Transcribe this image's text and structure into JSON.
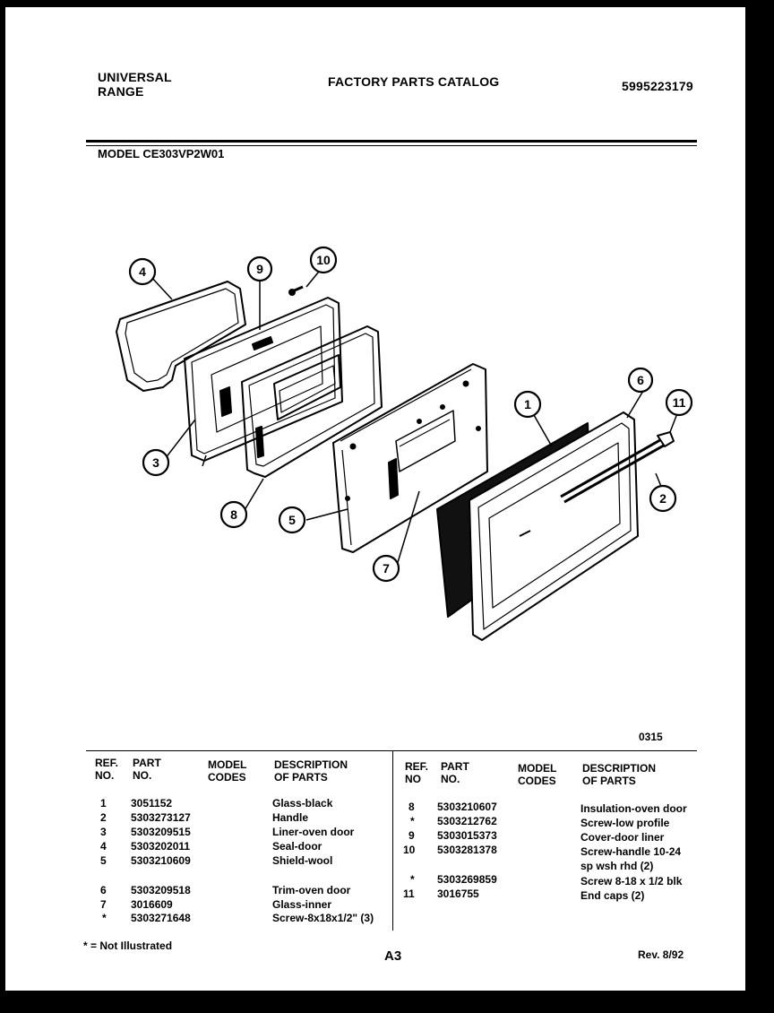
{
  "header": {
    "brand_line1": "UNIVERSAL",
    "brand_line2": "RANGE",
    "title": "FACTORY PARTS CATALOG",
    "catalog_number": "5995223179"
  },
  "model_label": "MODEL CE303VP2W01",
  "diagram_code": "0315",
  "callouts": [
    "1",
    "2",
    "3",
    "4",
    "5",
    "6",
    "7",
    "8",
    "9",
    "10",
    "11"
  ],
  "table": {
    "headers": {
      "ref_line1": "REF.",
      "ref_line2": "NO.",
      "part_line1": "PART",
      "part_line2": "NO.",
      "model_line1": "MODEL",
      "model_line2": "CODES",
      "desc_line1": "DESCRIPTION",
      "desc_line2": "OF PARTS"
    },
    "headers_right": {
      "ref_line1": "REF.",
      "ref_line2": "NO",
      "part_line1": "PART",
      "part_line2": "NO.",
      "model_line1": "MODEL",
      "model_line2": "CODES",
      "desc_line1": "DESCRIPTION",
      "desc_line2": "OF PARTS"
    },
    "left_rows": [
      {
        "ref": "1",
        "part": "3051152",
        "desc": "Glass-black"
      },
      {
        "ref": "2",
        "part": "5303273127",
        "desc": "Handle"
      },
      {
        "ref": "3",
        "part": "5303209515",
        "desc": "Liner-oven door"
      },
      {
        "ref": "4",
        "part": "5303202011",
        "desc": "Seal-door"
      },
      {
        "ref": "5",
        "part": "5303210609",
        "desc": "Shield-wool"
      },
      {
        "ref": "6",
        "part": "5303209518",
        "desc": "Trim-oven door"
      },
      {
        "ref": "7",
        "part": "3016609",
        "desc": "Glass-inner"
      },
      {
        "ref": "*",
        "part": "5303271648",
        "desc": "Screw-8x18x1/2\" (3)"
      }
    ],
    "right_rows": [
      {
        "ref": "8",
        "part": "5303210607",
        "desc": "Insulation-oven door"
      },
      {
        "ref": "*",
        "part": "5303212762",
        "desc": "Screw-low profile"
      },
      {
        "ref": "9",
        "part": "5303015373",
        "desc": "Cover-door liner"
      },
      {
        "ref": "10",
        "part": "5303281378",
        "desc": "Screw-handle 10-24"
      },
      {
        "ref": "",
        "part": "",
        "desc": "sp wsh rhd (2)"
      },
      {
        "ref": "*",
        "part": "5303269859",
        "desc": "Screw 8-18 x 1/2 blk"
      },
      {
        "ref": "11",
        "part": "3016755",
        "desc": "End caps (2)"
      }
    ]
  },
  "footer": {
    "note": "* = Not Illustrated",
    "page": "A3",
    "revision": "Rev. 8/92"
  }
}
